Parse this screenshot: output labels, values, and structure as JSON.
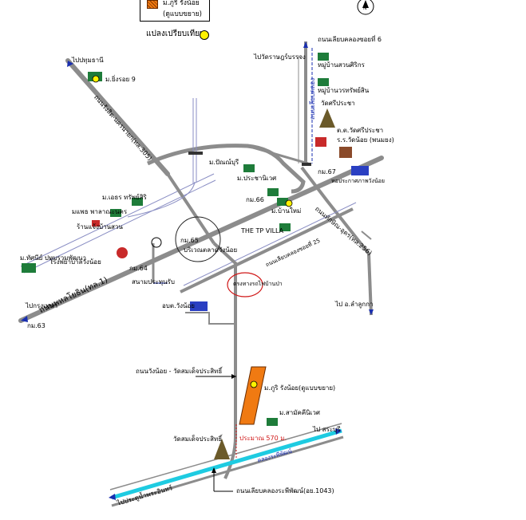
{
  "legend": {
    "project_name": "ม.ภูริ รังน้อย",
    "project_sub": "(ดูแบบขยาย)",
    "ferry_label": "แปลงเปรียบเทียบ"
  },
  "north_label": "N",
  "labels": {
    "to_pathumthani": "ไปปทุมธานี",
    "moo_singthong": "ม.ยิ่งรอย 9",
    "road_rangsit": "ถนนรังสิต-นครนายก(ทล.305)",
    "to_wat_rachsatthatham": "ไปวัดราษฎร์บรรจง",
    "soi_label_top": "ถนนเลียบคลองซอยที่ 6",
    "moo_banrungsiri": "หมู่บ้านสวนศิริกร",
    "moo_baansuan": "หมู่บ้านวรทรัพย์สิน",
    "canal_road": "ถนนเลียบคลอง",
    "wat_sriprachar": "วัดศรีประชา",
    "market": "ต.ต.วัดศรีประชา",
    "school": "ร.ร.วัดน้อย (พนมยง)",
    "km67": "กม.67",
    "police": "หอประกาศภาพวังน้อย",
    "moo_baanpak": "ม.ปัณณ์บุรี",
    "moo_prachaniwes": "ม.ประชานิเวศ",
    "km66": "กม.66",
    "moo_thamai": "ม.บ้านใหม่",
    "tp_villa": "THE TP VILLA",
    "moo_surasak": "ม.เอธร ทรัพย์สิริ",
    "moo_phatthana": "มแพธ พาลาณะนคร",
    "canal_right": "ถนนเลียบคลองซอยที่ 25",
    "road_asia_right": "ถนนทักษิณ-อุดร(ทล.256)",
    "shop_label": "ร้านแจ้งบ้านสวน",
    "km65": "กม.65",
    "wangnoi_circle": "บริเวณตลาดวังน้อย",
    "moo_rangsit": "ม.ทัศนีย์ ปทุมรวมพัฒนา",
    "hospital": "โรงพยาบาลวังน้อย",
    "km64": "กม.64",
    "to_bangkok": "ไปกรุงเทพฯ",
    "road_phahon": "ถนนพหลโยธิน(ทล.1)",
    "km63": "กม.63",
    "post": "สนามประทุนรับ",
    "landmark_red": "ตรงทางรถไฟบ้านป่า",
    "district": "อบต.วังน้อย",
    "to_ayutthaya_right": "ไป อ.ลำลูกกา",
    "road_rongnoi": "ถนนวังน้อย - วัดสมเด็จประสิทธิ์",
    "project_main": "ม.ภูริ รังน้อย(ดูแบบขยาย)",
    "moo_samakhi": "ม.สามัคคีนิเวศ",
    "distance": "ประมาณ 570 ม.",
    "wat_bottom": "วัดสมเด็จประสิทธิ์",
    "to_saraburi": "ไป สระบุรี",
    "canal_blue": "คลองระพีพัฒน์",
    "to_pak_kret": "ไปประตูน้ำพระอินทร์",
    "canal_road_bottom": "ถนนเลียบคลองระพีพัฒน์(อย.1043)"
  },
  "colors": {
    "road": "#8c8c8c",
    "canal": "#1ecbe1",
    "project": "#f07a12",
    "ferry_dot": "#fff200",
    "accent_red": "#d01818",
    "blue_text": "#1a2fb0"
  }
}
